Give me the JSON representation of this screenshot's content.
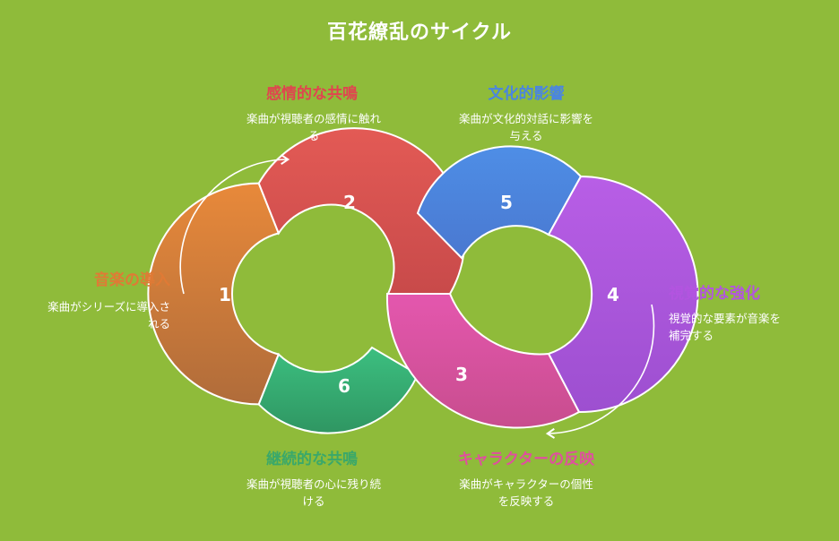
{
  "title": "百花繚乱のサイクル",
  "colors": {
    "background": "#8fbb3a",
    "step1": "#e07a35",
    "step2": "#e04e4e",
    "step3": "#e04f9f",
    "step4": "#b354e0",
    "step5": "#4e8be0",
    "step6": "#3aa86a"
  },
  "steps": [
    {
      "number": "1",
      "title": "音楽の導入",
      "description": "楽曲がシリーズに導入さ\nれる"
    },
    {
      "number": "2",
      "title": "感情的な共鳴",
      "description": "楽曲が視聴者の感情に触れ\nる"
    },
    {
      "number": "3",
      "title": "キャラクターの反映",
      "description": "楽曲がキャラクターの個性\nを反映する"
    },
    {
      "number": "4",
      "title": "視覚的な強化",
      "description": "視覚的な要素が音楽を\n補完する"
    },
    {
      "number": "5",
      "title": "文化的影響",
      "description": "楽曲が文化的対話に影響を\n与える"
    },
    {
      "number": "6",
      "title": "継続的な共鳴",
      "description": "楽曲が視聴者の心に残り続\nける"
    }
  ]
}
